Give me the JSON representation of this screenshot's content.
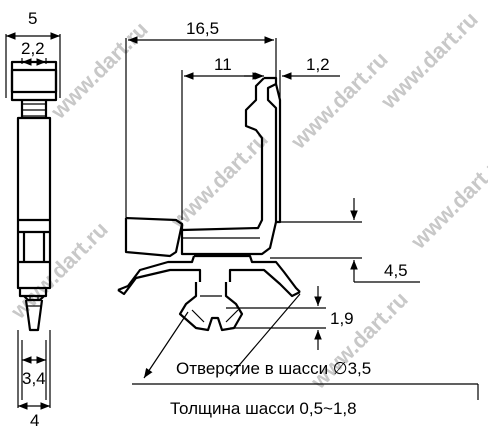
{
  "dimensions": {
    "w5": "5",
    "w2_2": "2,2",
    "w16_5": "16,5",
    "w11": "11",
    "w1_2": "1,2",
    "h4_5": "4,5",
    "h1_9": "1,9",
    "w3_4": "3,4",
    "w4": "4"
  },
  "notes": {
    "hole": "Отверстие в шасси ∅3,5",
    "thickness": "Толщина шасси 0,5~1,8"
  },
  "watermark": "www.dart.ru"
}
